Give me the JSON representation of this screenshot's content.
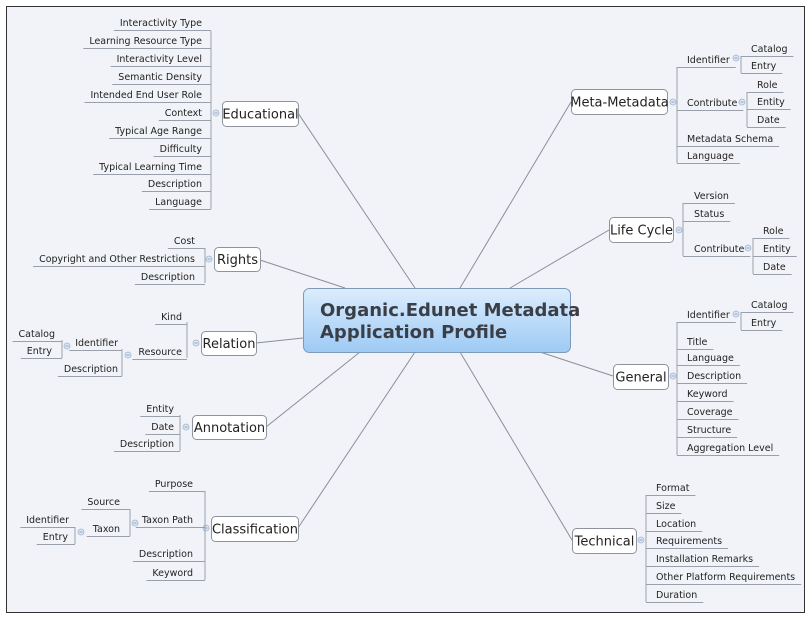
{
  "central": {
    "line1": "Organic.Edunet Metadata",
    "line2": "Application Profile"
  },
  "colors": {
    "background": "#f1f3f8",
    "central_top": "#d9ecfd",
    "central_bottom": "#9fccf5",
    "line": "#9aa0aa"
  },
  "educational": {
    "label": "Educational",
    "items": [
      "Interactivity Type",
      "Learning Resource Type",
      "Interactivity Level",
      "Semantic Density",
      "Intended End User Role",
      "Context",
      "Typical Age Range",
      "Difficulty",
      "Typical Learning Time",
      "Description",
      "Language"
    ]
  },
  "rights": {
    "label": "Rights",
    "items": [
      "Cost",
      "Copyright and Other Restrictions",
      "Description"
    ]
  },
  "relation": {
    "label": "Relation",
    "kind": "Kind",
    "resource": {
      "label": "Resource",
      "identifier": {
        "label": "Identifier",
        "items": [
          "Catalog",
          "Entry"
        ]
      },
      "description": "Description"
    }
  },
  "annotation": {
    "label": "Annotation",
    "items": [
      "Entity",
      "Date",
      "Description"
    ]
  },
  "classification": {
    "label": "Classification",
    "purpose": "Purpose",
    "taxon_path": {
      "label": "Taxon Path",
      "source": "Source",
      "taxon": {
        "label": "Taxon",
        "items": [
          "Identifier",
          "Entry"
        ]
      }
    },
    "description": "Description",
    "keyword": "Keyword"
  },
  "meta_metadata": {
    "label": "Meta-Metadata",
    "identifier": {
      "label": "Identifier",
      "items": [
        "Catalog",
        "Entry"
      ]
    },
    "contribute": {
      "label": "Contribute",
      "items": [
        "Role",
        "Entity",
        "Date"
      ]
    },
    "metadata_schema": "Metadata Schema",
    "language": "Language"
  },
  "life_cycle": {
    "label": "Life Cycle",
    "version": "Version",
    "status": "Status",
    "contribute": {
      "label": "Contribute",
      "items": [
        "Role",
        "Entity",
        "Date"
      ]
    }
  },
  "general": {
    "label": "General",
    "identifier": {
      "label": "Identifier",
      "items": [
        "Catalog",
        "Entry"
      ]
    },
    "items": [
      "Title",
      "Language",
      "Description",
      "Keyword",
      "Coverage",
      "Structure",
      "Aggregation Level"
    ]
  },
  "technical": {
    "label": "Technical",
    "items": [
      "Format",
      "Size",
      "Location",
      "Requirements",
      "Installation Remarks",
      "Other Platform Requirements",
      "Duration"
    ]
  }
}
